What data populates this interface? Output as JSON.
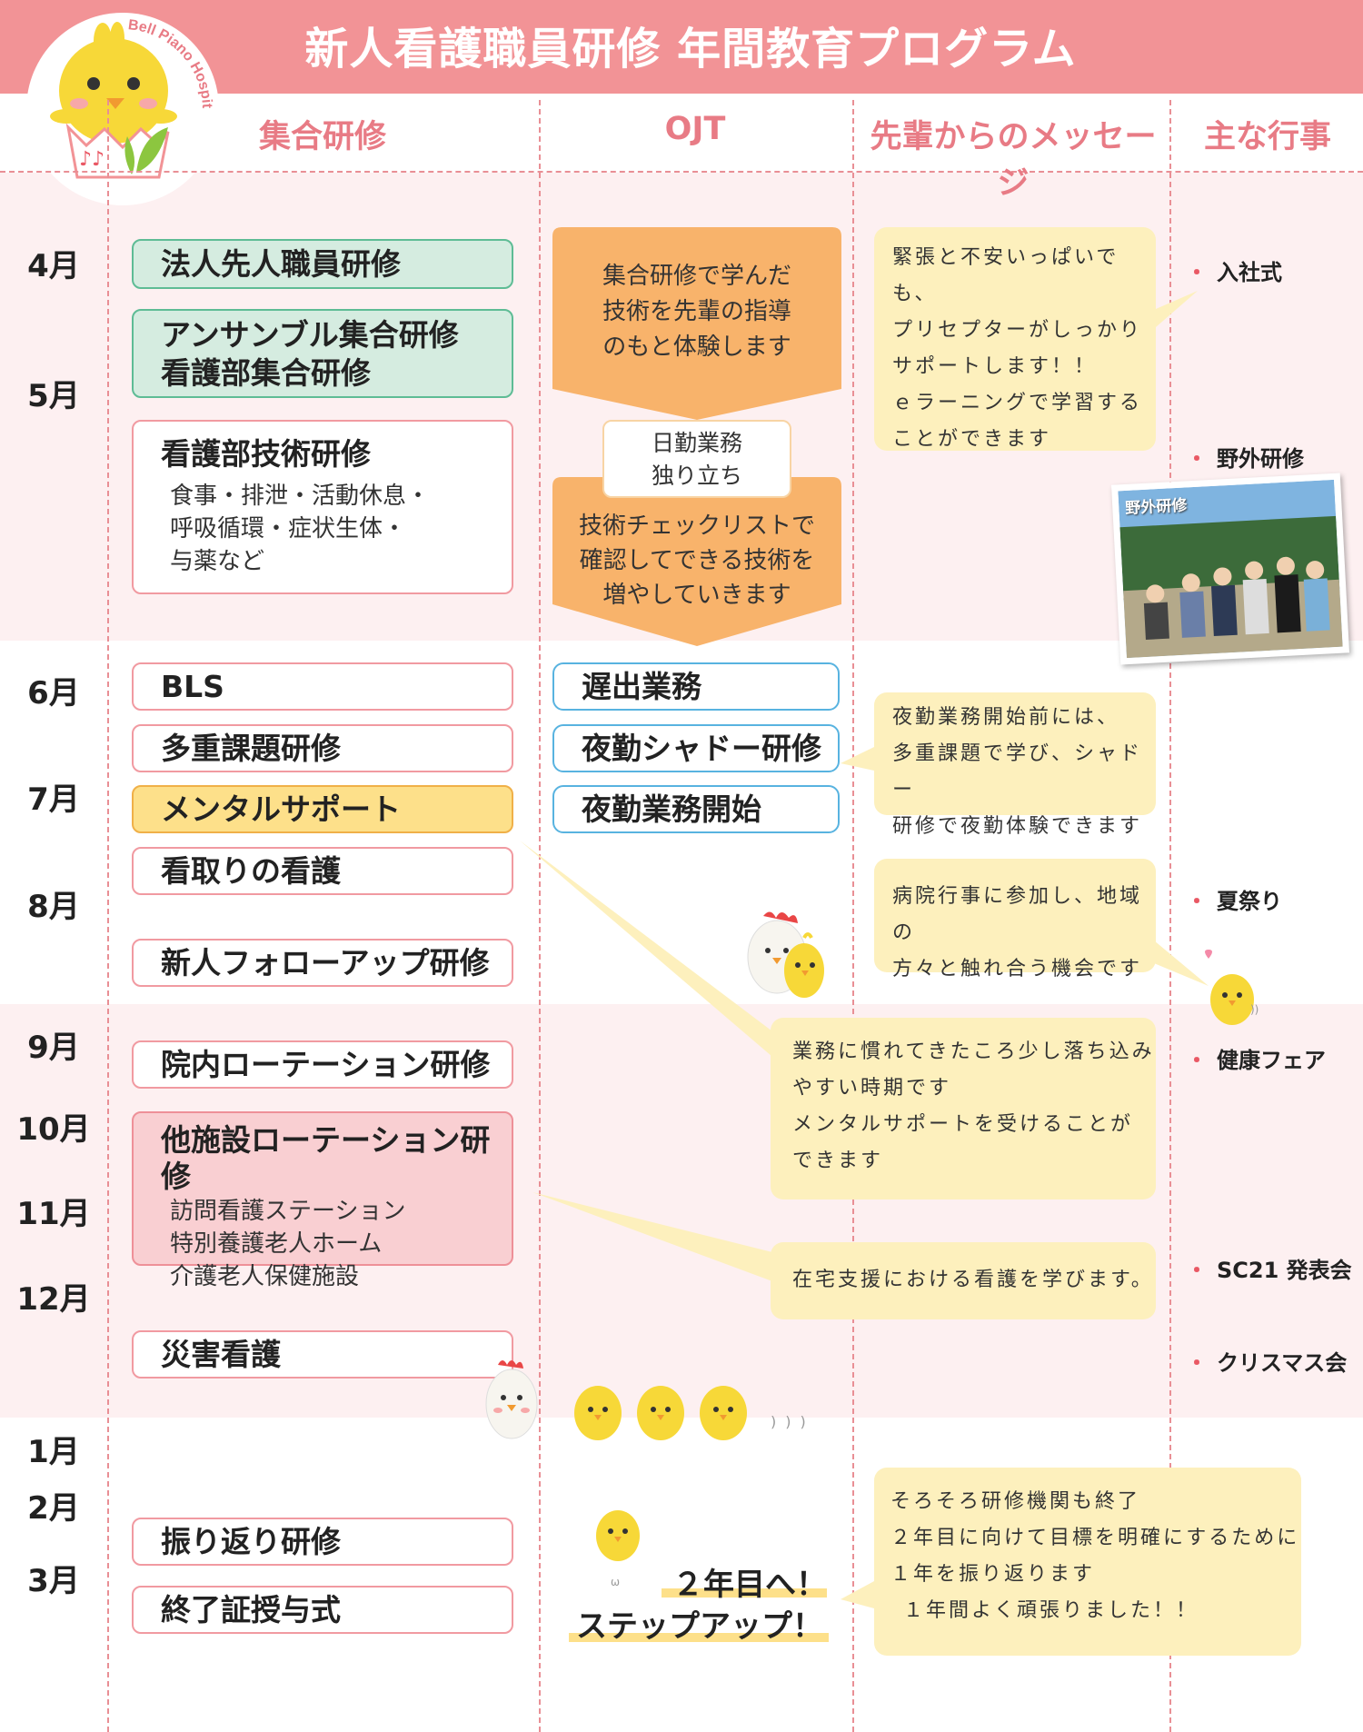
{
  "header": {
    "title": "新人看護職員研修 年間教育プログラム",
    "logo_text": "Bell Piano Hospital"
  },
  "columns": [
    "集合研修",
    "OJT",
    "先輩からのメッセージ",
    "主な行事"
  ],
  "months": [
    "4月",
    "5月",
    "6月",
    "7月",
    "8月",
    "9月",
    "10月",
    "11月",
    "12月",
    "1月",
    "2月",
    "3月"
  ],
  "group_training": {
    "hojin": "法人先人職員研修",
    "ensemble_1": "アンサンブル集合研修",
    "ensemble_2": "看護部集合研修",
    "gijutsu": "看護部技術研修",
    "gijutsu_sub": [
      "食事・排泄・活動休息・",
      "呼吸循環・症状生体・",
      "与薬など"
    ],
    "bls": "BLS",
    "tajuu": "多重課題研修",
    "mental": "メンタルサポート",
    "mitori": "看取りの看護",
    "follow": "新人フォローアップ研修",
    "innai": "院内ローテーション研修",
    "tashisetsu": "他施設ローテーション研修",
    "tashisetsu_sub": [
      "訪問看護ステーション",
      "特別養護老人ホーム",
      "介護老人保健施設"
    ],
    "saigai": "災害看護",
    "furikaeri": "振り返り研修",
    "shuryo": "終了証授与式"
  },
  "ojt": {
    "arrow1": [
      "集合研修で学んだ",
      "技術を先輩の指導",
      "のもと体験します"
    ],
    "dayshift": [
      "日勤業務",
      "独り立ち"
    ],
    "arrow2": [
      "技術チェックリストで",
      "確認してできる技術を",
      "増やしていきます"
    ],
    "chishutsu": "遅出業務",
    "shadow": "夜勤シャドー研修",
    "yakin": "夜勤業務開始",
    "stepup_1": "２年目へ！",
    "stepup_2": "ステップアップ！"
  },
  "messages": {
    "m1": [
      "緊張と不安いっぱいでも、",
      "プリセプターがしっかり",
      "サポートします！！",
      "ｅラーニングで学習する",
      "ことができます"
    ],
    "m2": [
      "夜勤業務開始前には、",
      "多重課題で学び、シャドー",
      "研修で夜勤体験できます"
    ],
    "m3": [
      "病院行事に参加し、地域の",
      "方々と触れ合う機会です"
    ],
    "m4": [
      "業務に慣れてきたころ少し落ち込み",
      "やすい時期です",
      "メンタルサポートを受けることが",
      "できます"
    ],
    "m5": [
      "在宅支援における看護を学びます。"
    ],
    "m6": [
      "そろそろ研修機関も終了",
      "２年目に向けて目標を明確にするために",
      "１年を振り返ります",
      "１年間よく頑張りました！！"
    ]
  },
  "events": {
    "bullet": "・",
    "e1": "入社式",
    "e2": "野外研修",
    "e3": "夏祭り",
    "e4": "健康フェア",
    "e5": "SC21 発表会",
    "e6": "クリスマス会",
    "photo_caption": "野外研修"
  },
  "colors": {
    "header": "#f29396",
    "band": "#fdf0f1",
    "green_box": "#d5ece0",
    "yellow_box": "#fde08a",
    "red_box": "#f9cfd2",
    "orange_arrow": "#f8b36b",
    "bubble": "#fdf0bd"
  }
}
